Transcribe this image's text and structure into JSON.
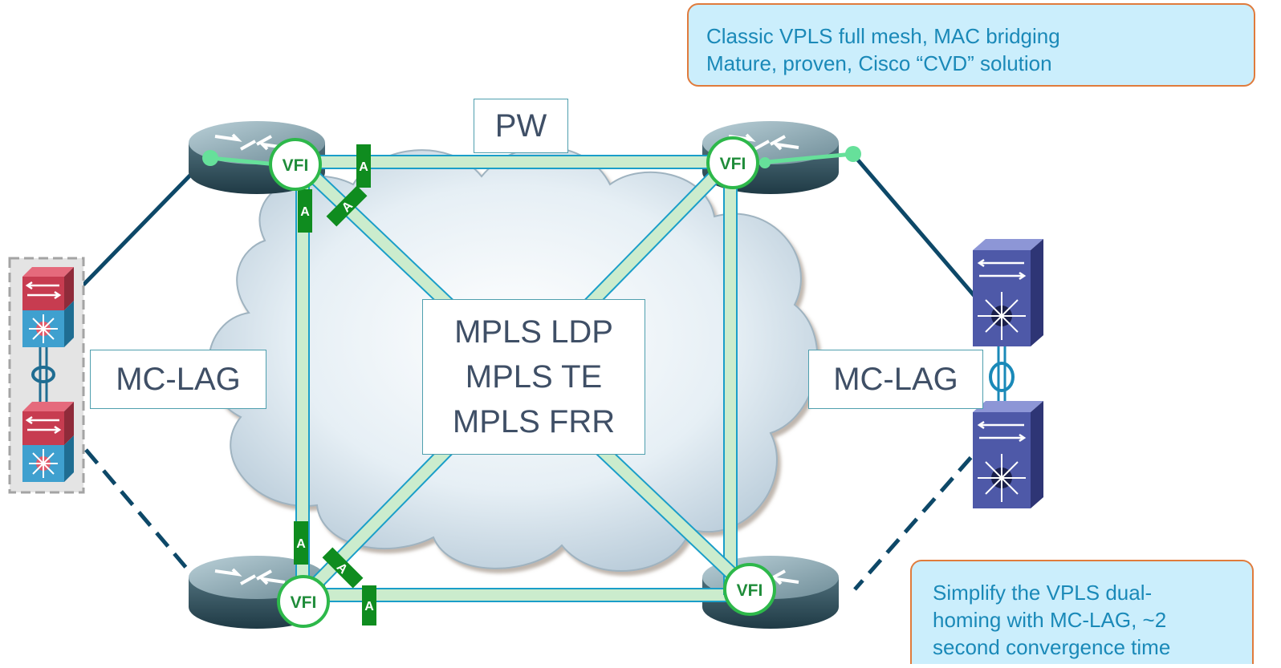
{
  "callouts": {
    "top": [
      "Classic VPLS full mesh, MAC bridging",
      "Mature, proven, Cisco “CVD” solution"
    ],
    "bottom": [
      "Simplify the VPLS dual-",
      "homing with MC-LAG, ~2",
      "second convergence time"
    ]
  },
  "labels": {
    "pw": "PW",
    "mpls": [
      "MPLS LDP",
      "MPLS TE",
      "MPLS FRR"
    ],
    "mclag_left": "MC-LAG",
    "mclag_right": "MC-LAG"
  },
  "vfi_label": "VFI",
  "tag_label": "A",
  "colors": {
    "pw_fill": "#cbeccd",
    "pw_border": "#1a9ec9",
    "vfi_ring": "#2db84a",
    "tag": "#0f8c1f",
    "attach": "#66e09a",
    "link": "#0d4868",
    "callout_fill": "#cbeefc",
    "callout_border": "#e07b3c",
    "callout_text": "#1a89b8"
  }
}
